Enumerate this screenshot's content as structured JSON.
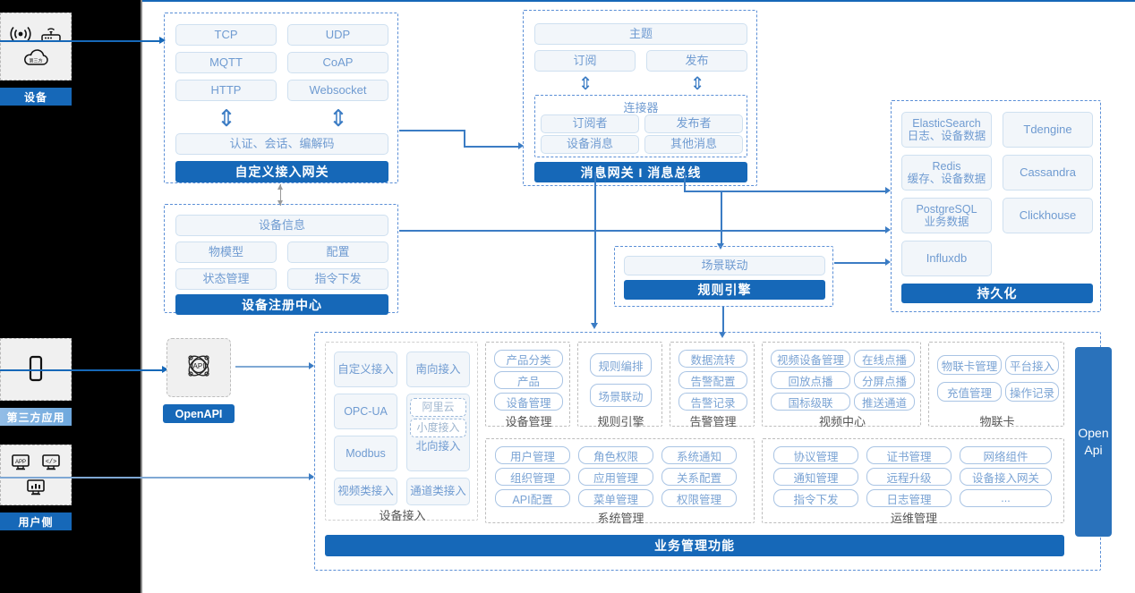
{
  "left_rail": {
    "groups": [
      {
        "name": "device",
        "badge": "设备",
        "badge_style": "solid",
        "icons": [
          "signal-wave-icon",
          "router-icon",
          "cloud-icon"
        ]
      },
      {
        "name": "third-party-app",
        "badge": "第三方应用",
        "badge_style": "lite",
        "icons": [
          "mobile-phone-icon"
        ]
      },
      {
        "name": "user-side",
        "badge": "用户侧",
        "badge_style": "solid",
        "icons": [
          "app-screen-icon",
          "code-screen-icon",
          "dashboard-screen-icon"
        ]
      }
    ]
  },
  "access_gateway": {
    "protocols": [
      "TCP",
      "UDP",
      "MQTT",
      "CoAP",
      "HTTP",
      "Websocket"
    ],
    "middle": "认证、会话、编解码",
    "bar": "自定义接入网关"
  },
  "message_gateway": {
    "topic": "主题",
    "subscribe": "订阅",
    "publish": "发布",
    "connector_title": "连接器",
    "connector_items": [
      "订阅者",
      "发布者",
      "设备消息",
      "其他消息"
    ],
    "bar": "消息网关 I 消息总线"
  },
  "device_registry": {
    "info": "设备信息",
    "items": [
      "物模型",
      "配置",
      "状态管理",
      "指令下发"
    ],
    "bar": "设备注册中心"
  },
  "rule_engine": {
    "scene": "场景联动",
    "bar": "规则引擎"
  },
  "persistence": {
    "stores": [
      {
        "name": "ElasticSearch",
        "desc": "日志、设备数据"
      },
      {
        "name": "Tdengine",
        "desc": ""
      },
      {
        "name": "Redis",
        "desc": "缓存、设备数据"
      },
      {
        "name": "Cassandra",
        "desc": ""
      },
      {
        "name": "PostgreSQL",
        "desc": "业务数据"
      },
      {
        "name": "Clickhouse",
        "desc": ""
      },
      {
        "name": "Influxdb",
        "desc": ""
      }
    ],
    "bar": "持久化"
  },
  "openapi": {
    "icon": "api-atom-icon",
    "badge": "OpenAPI",
    "vertical_bar": "Open\nApi",
    "vertical_bar_line1": "Open",
    "vertical_bar_line2": "Api"
  },
  "business": {
    "bar": "业务管理功能",
    "device_access": {
      "label": "设备接入",
      "left": [
        "自定义接入",
        "OPC-UA",
        "Modbus",
        "视频类接入"
      ],
      "right_top": "南向接入",
      "north": {
        "sub": [
          "阿里云",
          "小度接入"
        ],
        "label": "北向接入"
      },
      "right_bottom": "通道类接入"
    },
    "columns": [
      {
        "label": "设备管理",
        "items": [
          "产品分类",
          "产品",
          "设备管理"
        ]
      },
      {
        "label": "规则引擎",
        "items": [
          "规则编排",
          "场景联动"
        ]
      },
      {
        "label": "告警管理",
        "items": [
          "数据流转",
          "告警配置",
          "告警记录"
        ]
      }
    ],
    "video_center": {
      "label": "视频中心",
      "items": [
        "视频设备管理",
        "在线点播",
        "回放点播",
        "分屏点播",
        "国标级联",
        "推送通道"
      ]
    },
    "iot_card": {
      "label": "物联卡",
      "items": [
        "物联卡管理",
        "平台接入",
        "充值管理",
        "操作记录"
      ]
    },
    "system_mgmt": {
      "label": "系统管理",
      "items": [
        "用户管理",
        "角色权限",
        "系统通知",
        "组织管理",
        "应用管理",
        "关系配置",
        "API配置",
        "菜单管理",
        "权限管理"
      ]
    },
    "ops_mgmt": {
      "label": "运维管理",
      "items": [
        "协议管理",
        "证书管理",
        "网络组件",
        "通知管理",
        "远程升级",
        "设备接入网关",
        "指令下发",
        "日志管理",
        "..."
      ]
    }
  },
  "colors": {
    "brand_blue": "#1668b8",
    "chip_text": "#6f9bd1",
    "chip_bg": "#f2f6fa",
    "dashed_border": "#5b8fd6",
    "rail_bg": "#000000"
  }
}
